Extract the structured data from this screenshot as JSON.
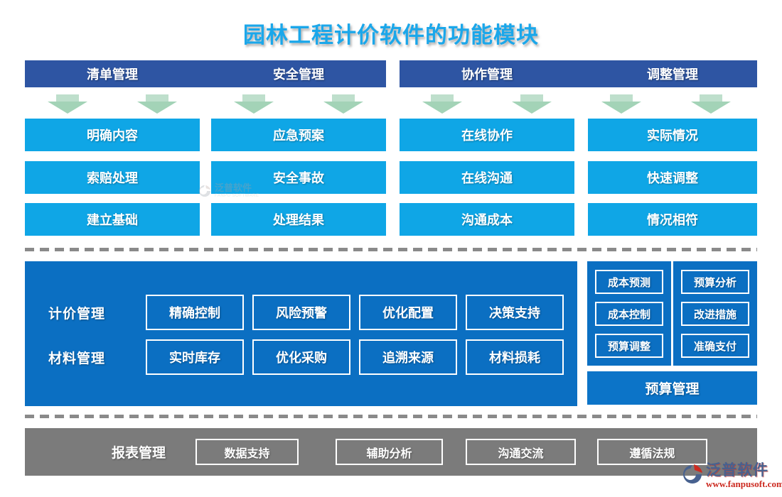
{
  "title": "园林工程计价软件的功能模块",
  "colors": {
    "title_accent": "#1BA7EA",
    "header_bar": "#2E55A3",
    "item_box": "#0FA6E6",
    "panel": "#0B6FC2",
    "budget_bar": "#0C74C8",
    "report_bar": "#7B7B7B",
    "arrow_green": "#A3D3B7",
    "logo_red": "#CC2A20",
    "logo_blue": "#47618F"
  },
  "top_groups": [
    {
      "header": "清单管理",
      "items": [
        "明确内容",
        "索赔处理",
        "建立基础"
      ]
    },
    {
      "header": "安全管理",
      "items": [
        "应急预案",
        "安全事故",
        "处理结果"
      ]
    },
    {
      "header": "协作管理",
      "items": [
        "在线协作",
        "在线沟通",
        "沟通成本"
      ]
    },
    {
      "header": "调整管理",
      "items": [
        "实际情况",
        "快速调整",
        "情况相符"
      ]
    }
  ],
  "middle": {
    "rows": [
      {
        "label": "计价管理",
        "items": [
          "精确控制",
          "风险预警",
          "优化配置",
          "决策支持"
        ]
      },
      {
        "label": "材料管理",
        "items": [
          "实时库存",
          "优化采购",
          "追溯来源",
          "材料损耗"
        ]
      }
    ],
    "side_columns": [
      {
        "items": [
          "成本预测",
          "成本控制",
          "预算调整"
        ]
      },
      {
        "items": [
          "预算分析",
          "改进措施",
          "准确支付"
        ]
      }
    ],
    "side_footer": "预算管理"
  },
  "bottom": {
    "label": "报表管理",
    "items": [
      "数据支持",
      "辅助分析",
      "沟通交流",
      "遵循法规"
    ]
  },
  "watermark": {
    "name": "泛普软件",
    "sub": "FANPU SOFTWARE"
  },
  "logo": {
    "name": "泛普软件",
    "url": "www.fanpusoft.com"
  }
}
